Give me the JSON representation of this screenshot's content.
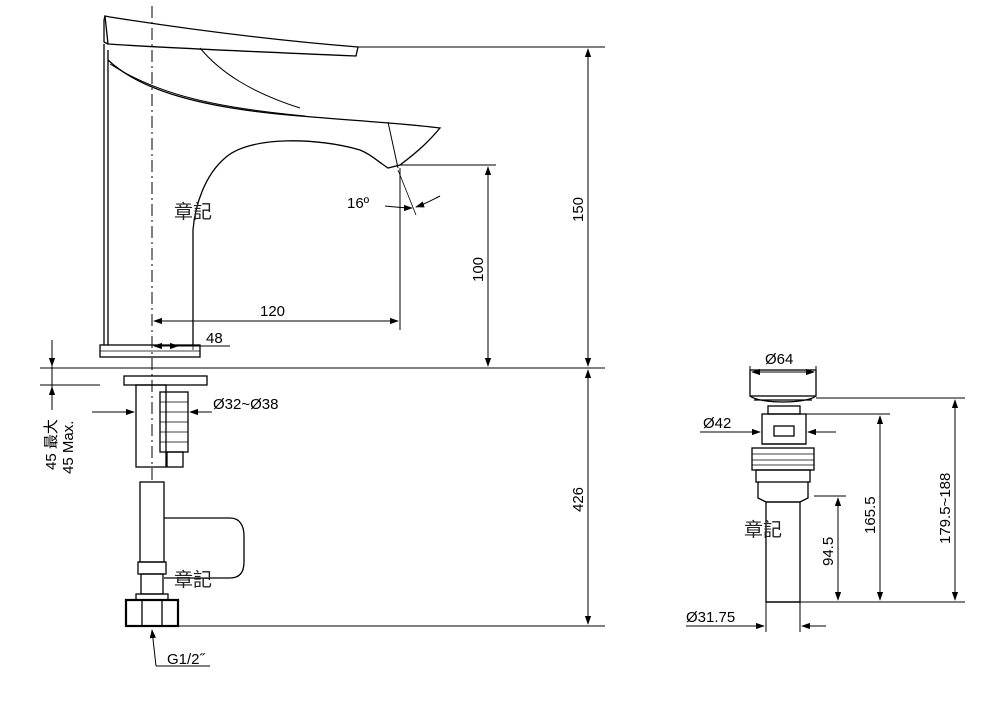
{
  "faucet": {
    "stamp_upper": "章記",
    "stamp_lower": "章記",
    "spout_angle": "16º",
    "dim_reach": "120",
    "dim_base_offset": "48",
    "dim_spout_height": "100",
    "dim_total_height": "150",
    "dim_shank_diameter": "Ø32~Ø38",
    "dim_deck_thickness_cn": "45 最大",
    "dim_deck_thickness_en": "45 Max.",
    "dim_hose_length": "426",
    "thread_label": "G1/2˝"
  },
  "drain": {
    "dim_cap_diameter": "Ø64",
    "dim_body_diameter": "Ø42",
    "dim_tail_diameter": "Ø31.75",
    "dim_short": "94.5",
    "dim_mid": "165.5",
    "dim_total": "179.5~188",
    "stamp": "章記"
  }
}
